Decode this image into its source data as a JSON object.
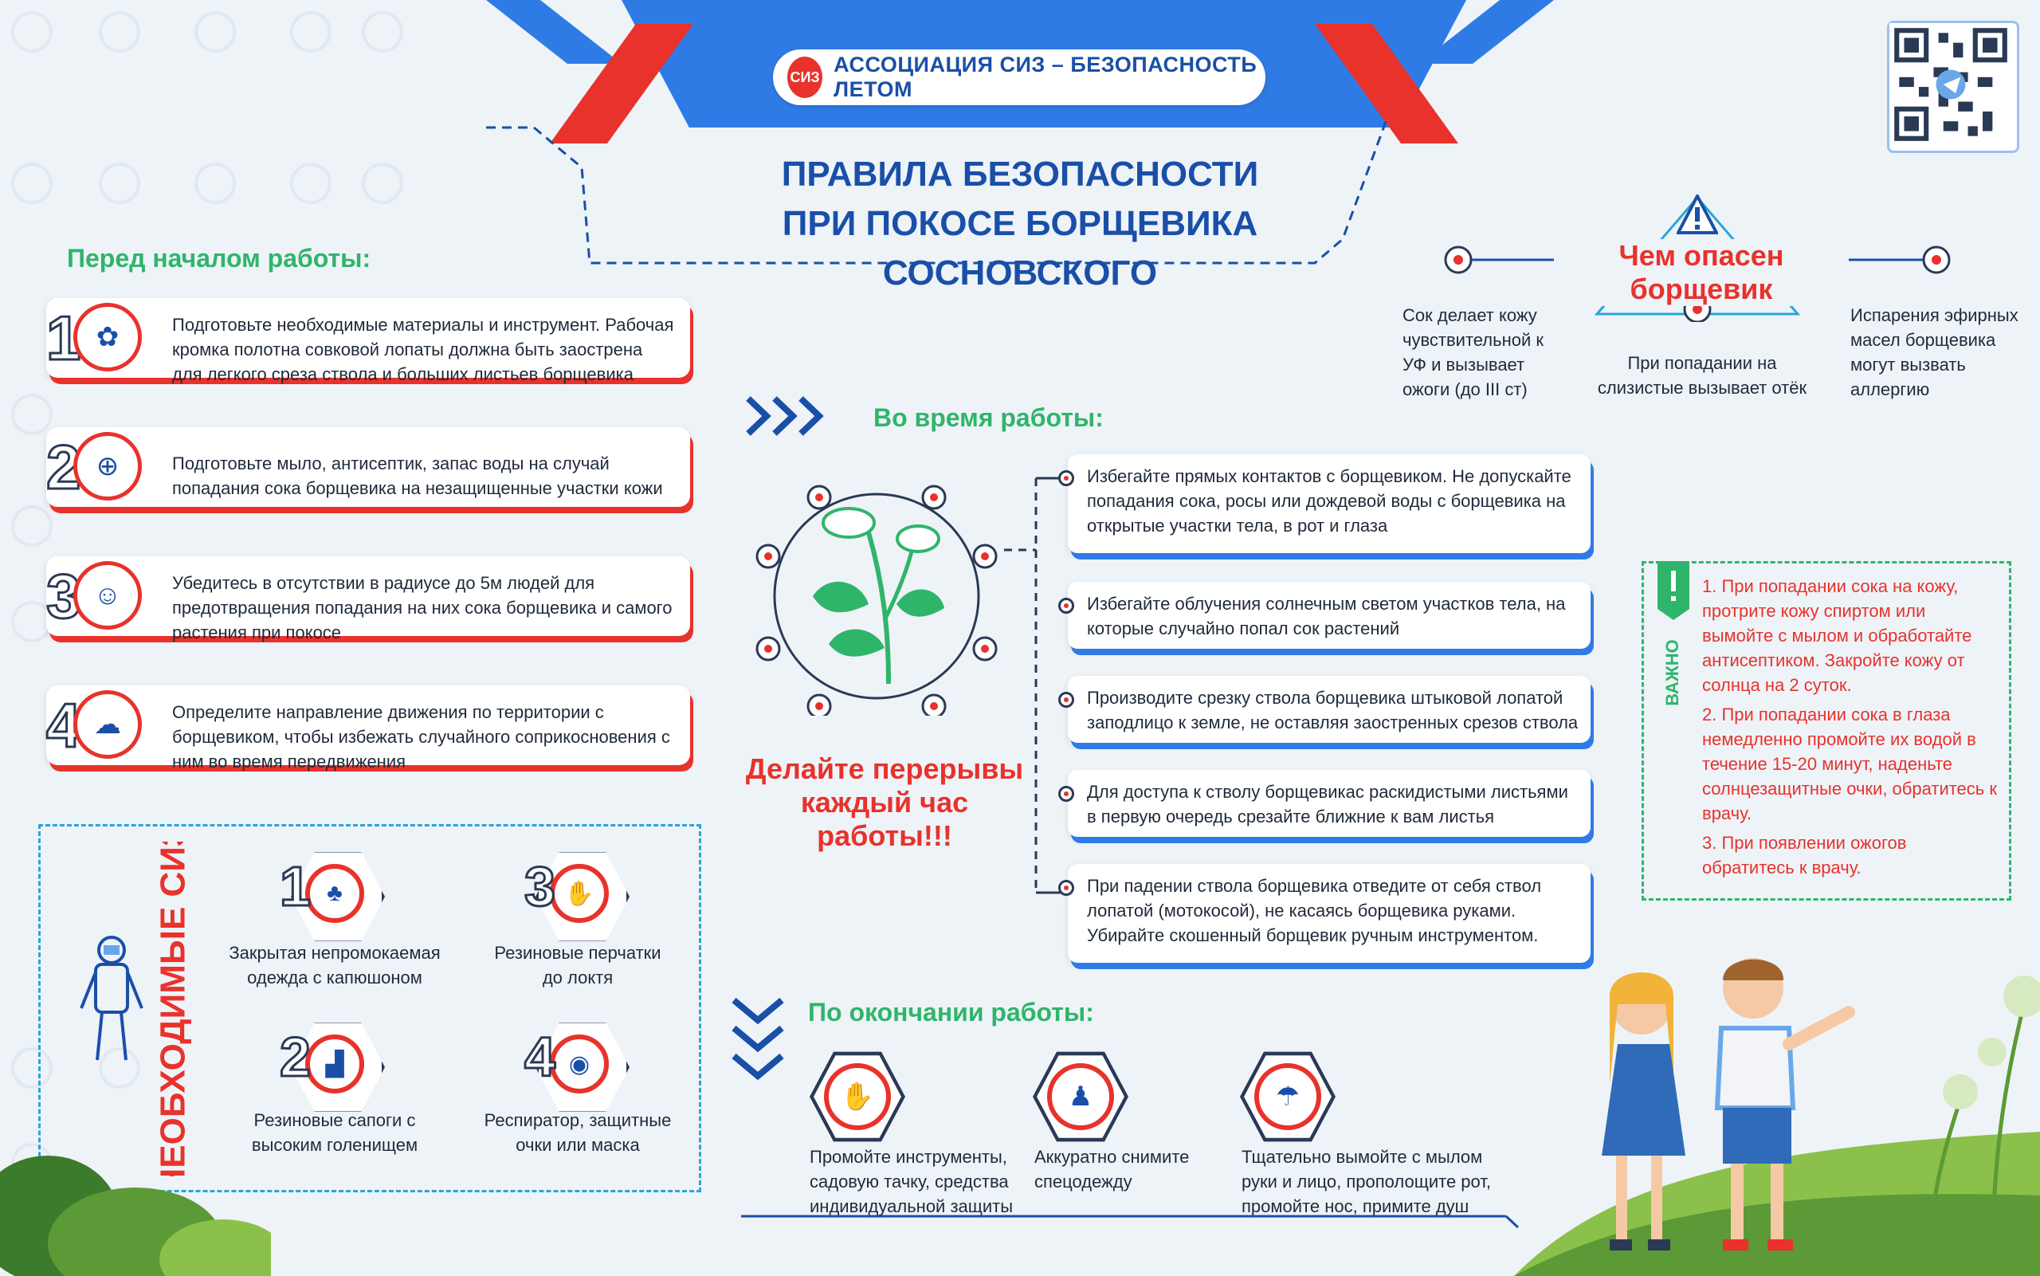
{
  "header": {
    "logo_text": "СИЗ",
    "badge": "АССОЦИАЦИЯ СИЗ – БЕЗОПАСНОСТЬ ЛЕТОМ",
    "title_line1": "ПРАВИЛА БЕЗОПАСНОСТИ",
    "title_line2": "ПРИ ПОКОСЕ БОРЩЕВИКА СОСНОВСКОГО"
  },
  "before_work": {
    "title": "Перед началом работы:",
    "steps": [
      {
        "n": "1",
        "icon": "plant-shovel-icon",
        "text": "Подготовьте необходимые материалы и инструмент. Рабочая кромка полотна совковой лопаты должна быть заострена для легкого среза ствола и больших листьев борщевика"
      },
      {
        "n": "2",
        "icon": "soap-bottle-icon",
        "text": "Подготовьте мыло, антисептик, запас воды на случай попадания сока борщевика на незащищенные участки кожи"
      },
      {
        "n": "3",
        "icon": "people-distance-icon",
        "text": "Убедитесь в отсутствии в радиусе до 5м людей для предотвращения попадания на них сока борщевика и самого растения при покосе"
      },
      {
        "n": "4",
        "icon": "direction-icon",
        "text": "Определите направление движения по территории с борщевиком, чтобы избежать случайного соприкосновения с ним во время передвижения"
      }
    ]
  },
  "ppe": {
    "title": "НЕОБХОДИМЫЕ СИЗ",
    "items": [
      {
        "n": "1",
        "icon": "hooded-clothing-icon",
        "text1": "Закрытая непромокаемая",
        "text2": "одежда с капюшоном"
      },
      {
        "n": "2",
        "icon": "rubber-boots-icon",
        "text1": "Резиновые сапоги с",
        "text2": "высоким голенищем"
      },
      {
        "n": "3",
        "icon": "gloves-icon",
        "text1": "Резиновые перчатки",
        "text2": "до локтя"
      },
      {
        "n": "4",
        "icon": "respirator-icon",
        "text1": "Респиратор, защитные",
        "text2": "очки или маска"
      }
    ]
  },
  "during_work": {
    "title": "Во время работы:",
    "break_line1": "Делайте перерывы",
    "break_line2": "каждый час",
    "break_line3": "работы!!!",
    "items": [
      "Избегайте прямых контактов с борщевиком. Не допускайте попадания сока, росы или дождевой воды с борщевика на открытые участки тела, в рот и глаза",
      "Избегайте облучения солнечным светом участков тела, на которые случайно попал сок растений",
      "Производите срезку ствола борщевика штыковой лопатой заподлицо к земле, не оставляя заостренных срезов ствола",
      "Для доступа к стволу борщевикас раскидистыми листьями в первую очередь срезайте ближние к вам листья",
      "При падении ствола борщевика отведите от себя ствол лопатой (мотокосой),  не касаясь борщевика руками. Убирайте скошенный борщевик ручным инструментом."
    ]
  },
  "danger": {
    "title": "Чем опасен борщевик",
    "left": [
      "Сок делает кожу",
      "чувствительной к",
      "УФ и вызывает",
      "ожоги (до III ст)"
    ],
    "center": [
      "При попадании на",
      "слизистые вызывает отёк"
    ],
    "right": [
      "Испарения эфирных",
      "масел борщевика",
      "могут вызвать",
      "аллергию"
    ]
  },
  "important": {
    "label": "ВАЖНО",
    "items": [
      "1. При попадании сока на кожу, протрите кожу спиртом или вымойте с мылом и обработайте антисептиком. Закройте кожу от солнца на 2 суток.",
      "2. При попадании сока в глаза немедленно промойте их водой в течение 15-20 минут, наденьте солнцезащитные очки, обратитесь к врачу.",
      "3. При появлении ожогов обратитесь к врачу."
    ]
  },
  "after_work": {
    "title": "По окончании работы:",
    "items": [
      {
        "icon": "gloves-wash-icon",
        "l1": "Промойте инструменты,",
        "l2": "садовую тачку, средства",
        "l3": "индивидуальной защиты"
      },
      {
        "icon": "protective-suit-icon",
        "l1": "Аккуратно снимите",
        "l2": "спецодежду",
        "l3": ""
      },
      {
        "icon": "shower-icon",
        "l1": "Тщательно вымойте с мылом",
        "l2": "руки и лицо, прополощите рот,",
        "l3": "промойте нос, примите душ"
      }
    ]
  },
  "colors": {
    "blue": "#2f7be6",
    "dark_blue": "#1a4fa8",
    "red": "#e8322b",
    "green": "#2fb56a"
  }
}
